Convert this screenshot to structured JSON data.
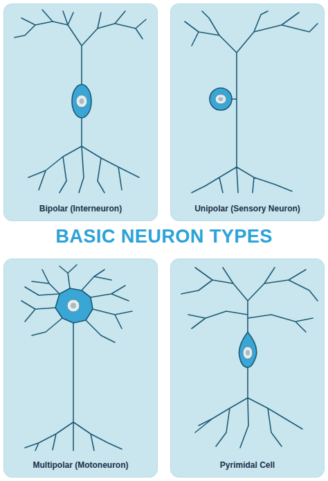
{
  "diagram": {
    "title": "BASIC NEURON TYPES",
    "nodes": [
      {
        "text": [
          "Bipolar (Interneuron)"
        ]
      },
      {
        "text": [
          "Unipolar (Sensory Neuron)"
        ]
      },
      {
        "text": [
          "Multipolar (Motoneuron)"
        ]
      },
      {
        "text": [
          "Pyrimidal Cell"
        ]
      }
    ]
  }
}
